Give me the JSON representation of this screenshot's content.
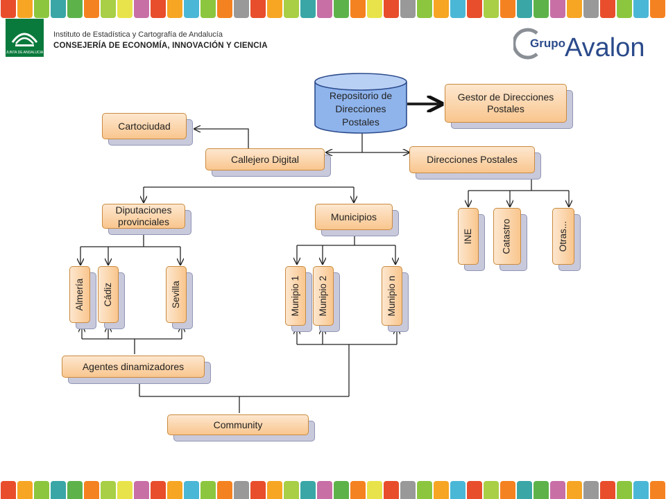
{
  "header": {
    "org_name": "Instituto de Estadística y Cartografía de Andalucía",
    "department": "CONSEJERÍA DE ECONOMÍA, INNOVACIÓN Y CIENCIA",
    "junta_logo_caption": "JUNTA DE ANDALUCIA",
    "brand_prefix": "Grupo",
    "brand_name": "Avalon"
  },
  "stripe_colors": [
    "#e84e2c",
    "#f6a623",
    "#8cc63f",
    "#3aa6a6",
    "#5db34a",
    "#f58220",
    "#a8cf45",
    "#e8e34a",
    "#c86fa6",
    "#e84e2c",
    "#f6a623",
    "#4bb7d6",
    "#8cc63f",
    "#f58220",
    "#999999",
    "#e84e2c",
    "#f6a623",
    "#a8cf45",
    "#3aa6a6",
    "#c86fa6",
    "#5db34a",
    "#f58220",
    "#e8e34a",
    "#e84e2c",
    "#999999",
    "#8cc63f",
    "#f6a623",
    "#4bb7d6",
    "#e84e2c",
    "#a8cf45",
    "#f58220",
    "#3aa6a6",
    "#5db34a",
    "#c86fa6",
    "#f6a623",
    "#999999",
    "#e84e2c",
    "#8cc63f",
    "#4bb7d6",
    "#f58220"
  ],
  "diagram": {
    "repository": "Repositorio de Direcciones Postales",
    "gestor": "Gestor de Direcciones Postales",
    "cartociudad": "Cartociudad",
    "callejero": "Callejero Digital",
    "direcciones": "Direcciones Postales",
    "diputaciones": "Diputaciones provinciales",
    "municipios": "Municipios",
    "sources": [
      "INE",
      "Catastro",
      "Otras..."
    ],
    "provinces": [
      "Almería",
      "Cádiz",
      "Sevilla"
    ],
    "munipios": [
      "Munipio 1",
      "Munipio 2",
      "Munipio n"
    ],
    "agentes": "Agentes dinamizadores",
    "community": "Community"
  }
}
